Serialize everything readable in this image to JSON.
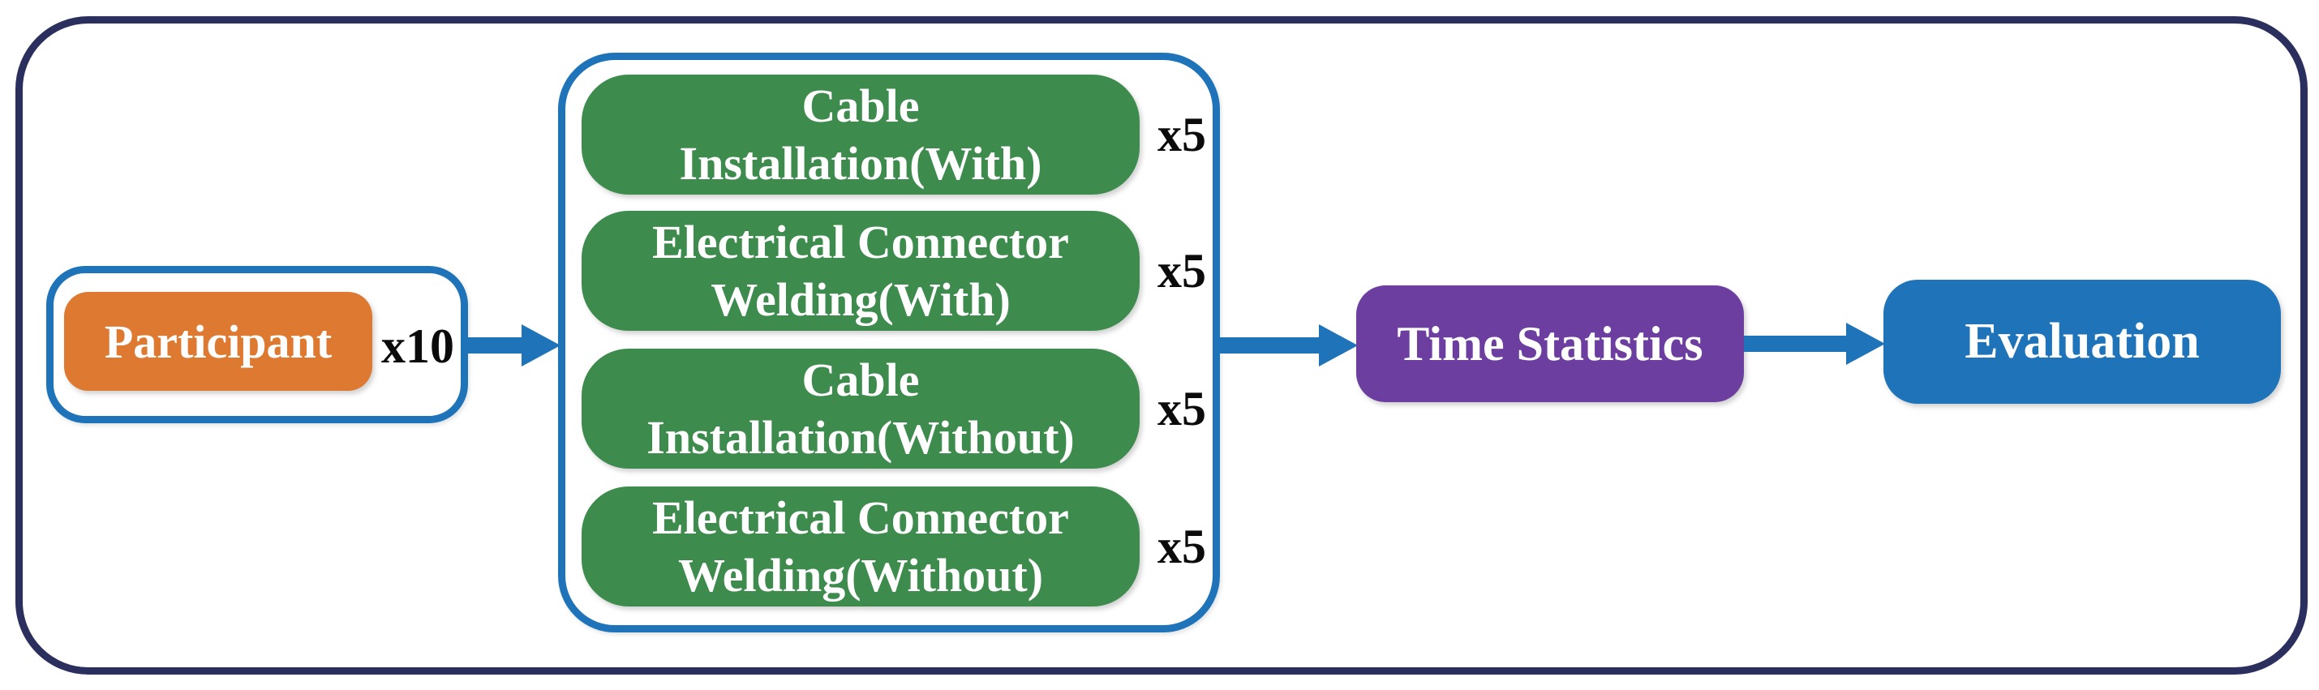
{
  "figure": {
    "participant": {
      "label": "Participant",
      "count": "x10"
    },
    "task_group": {
      "items": [
        {
          "line1": "Cable",
          "line2": "Installation(With)",
          "count": "x5"
        },
        {
          "line1": "Electrical Connector",
          "line2": "Welding(With)",
          "count": "x5"
        },
        {
          "line1": "Cable",
          "line2": "Installation(Without)",
          "count": "x5"
        },
        {
          "line1": "Electrical Connector",
          "line2": "Welding(Without)",
          "count": "x5"
        }
      ]
    },
    "time_statistics": {
      "label": "Time Statistics"
    },
    "evaluation": {
      "label": "Evaluation"
    },
    "colors": {
      "outer_border": "#2B2F5E",
      "group_border": "#1E73B9",
      "participant_fill": "#DE7931",
      "task_fill": "#3E8B4E",
      "time_statistics_fill": "#6B3EA0",
      "evaluation_fill": "#1E73B9",
      "arrow": "#1E73B9",
      "count_text": "#0B0B0B",
      "box_text": "#FFFFFF"
    }
  }
}
